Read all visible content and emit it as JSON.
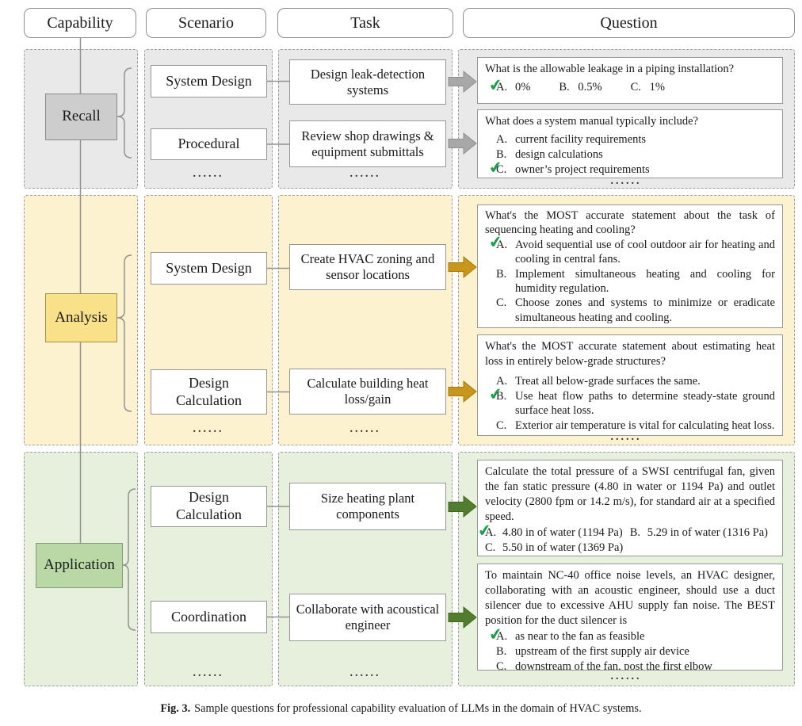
{
  "fig": {
    "header": {
      "capability": "Capability",
      "scenario": "Scenario",
      "task": "Task",
      "question": "Question"
    },
    "ellipsis": "......",
    "rows": [
      {
        "capability": "Recall",
        "scenarios": [
          "System Design",
          "Procedural"
        ],
        "tasks": [
          "Design leak-detection systems",
          "Review shop drawings & equipment submittals"
        ],
        "questions": [
          {
            "text": "What is the allowable leakage in a piping installation?",
            "options": [
              {
                "letter": "A.",
                "text": "0%",
                "correct": true
              },
              {
                "letter": "B.",
                "text": "0.5%",
                "correct": false
              },
              {
                "letter": "C.",
                "text": "1%",
                "correct": false
              }
            ]
          },
          {
            "text": "What does a system manual typically include?",
            "options": [
              {
                "letter": "A.",
                "text": "current facility requirements",
                "correct": false
              },
              {
                "letter": "B.",
                "text": "design calculations",
                "correct": false
              },
              {
                "letter": "C.",
                "text": "owner’s project requirements",
                "correct": true
              }
            ]
          }
        ]
      },
      {
        "capability": "Analysis",
        "scenarios": [
          "System Design",
          "Design Calculation"
        ],
        "tasks": [
          "Create HVAC zoning and sensor locations",
          "Calculate building heat loss/gain"
        ],
        "questions": [
          {
            "text": "What's the MOST accurate statement about the task of sequencing heating and cooling?",
            "options": [
              {
                "letter": "A.",
                "text": "Avoid sequential use of cool outdoor air for heating and cooling in central fans.",
                "correct": true
              },
              {
                "letter": "B.",
                "text": "Implement simultaneous heating and cooling for humidity regulation.",
                "correct": false
              },
              {
                "letter": "C.",
                "text": "Choose zones and systems to minimize or eradicate simultaneous heating and cooling.",
                "correct": false
              }
            ]
          },
          {
            "text": "What's the MOST accurate statement about estimating heat loss in entirely below-grade structures?",
            "options": [
              {
                "letter": "A.",
                "text": "Treat all below-grade surfaces the same.",
                "correct": false
              },
              {
                "letter": "B.",
                "text": "Use heat flow paths to determine steady-state ground surface heat loss.",
                "correct": true
              },
              {
                "letter": "C.",
                "text": "Exterior air temperature is vital for calculating heat loss.",
                "correct": false
              }
            ]
          }
        ]
      },
      {
        "capability": "Application",
        "scenarios": [
          "Design Calculation",
          "Coordination"
        ],
        "tasks": [
          "Size heating plant components",
          "Collaborate with acoustical engineer"
        ],
        "questions": [
          {
            "text": "Calculate the total pressure of a SWSI centrifugal fan, given the fan static pressure (4.80 in water or 1194 Pa) and outlet velocity (2800 fpm or 14.2 m/s), for standard air at a specified speed.",
            "options": [
              {
                "letter": "A.",
                "text": "4.80 in of water (1194 Pa)",
                "correct": true
              },
              {
                "letter": "B.",
                "text": "5.29 in of water (1316 Pa)",
                "correct": false
              },
              {
                "letter": "C.",
                "text": "5.50 in of water (1369 Pa)",
                "correct": false
              }
            ]
          },
          {
            "text": "To maintain NC-40 office noise levels, an HVAC designer, collaborating with an acoustic engineer, should use a duct silencer due to excessive AHU supply fan noise. The BEST position for the duct silencer is",
            "options": [
              {
                "letter": "A.",
                "text": "as near to the fan as feasible",
                "correct": true
              },
              {
                "letter": "B.",
                "text": "upstream of the first supply air device",
                "correct": false
              },
              {
                "letter": "C.",
                "text": "downstream of the fan, post the first elbow",
                "correct": false
              }
            ]
          }
        ]
      }
    ],
    "caption": {
      "label": "Fig. 3.",
      "text": "Sample questions for professional capability evaluation of LLMs in the domain of HVAC systems."
    },
    "colors": {
      "recall_region_bg": "#e9e9e9",
      "recall_box_bg": "#cdcdcd",
      "recall_arrow": "#a8a8a8",
      "analysis_region_bg": "#fdf2d0",
      "analysis_box_bg": "#f9e189",
      "analysis_arrow": "#c8951d",
      "application_region_bg": "#e6f0dc",
      "application_box_bg": "#b9d8a6",
      "application_arrow": "#527d2e",
      "correct_check": "#1aa24b",
      "dashed_border": "#9c9c9c"
    },
    "icons": {
      "correct_check": "check-mark",
      "flow_arrow": "block-arrow-right"
    }
  }
}
